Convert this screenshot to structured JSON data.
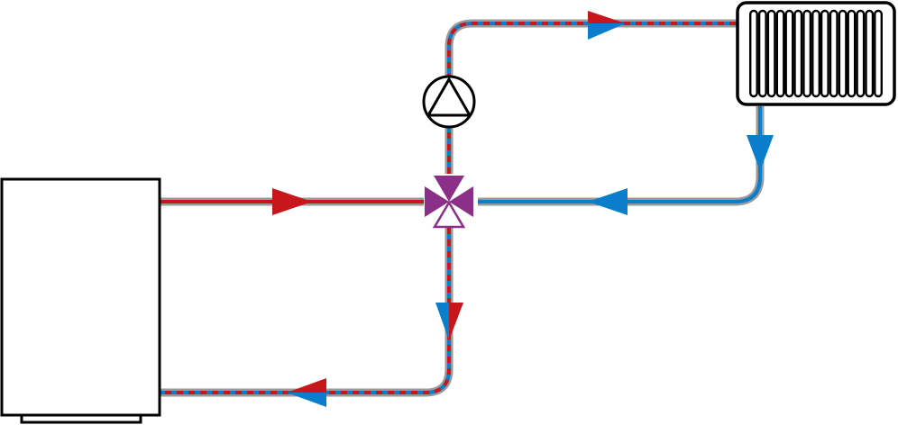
{
  "colors": {
    "supply": "#c8161d",
    "return": "#0a7ecb",
    "pipe_casing": "#9a9a9a",
    "valve": "#8b2f88",
    "outline": "#000000",
    "background": "#ffffff"
  },
  "components": {
    "boiler": {
      "icon": "boiler-icon"
    },
    "pump": {
      "icon": "circulation-pump-icon"
    },
    "valve": {
      "icon": "three-way-mixing-valve-icon"
    },
    "radiator": {
      "icon": "radiator-icon",
      "fins": 15
    }
  },
  "flows": {
    "boiler_supply": {
      "type": "supply",
      "arrows": 1
    },
    "pump_to_radiator": {
      "type": "mixed",
      "arrows": 2
    },
    "radiator_return": {
      "type": "return",
      "arrows": 2
    },
    "valve_to_boiler_return": {
      "type": "mixed",
      "arrows": 4
    }
  }
}
